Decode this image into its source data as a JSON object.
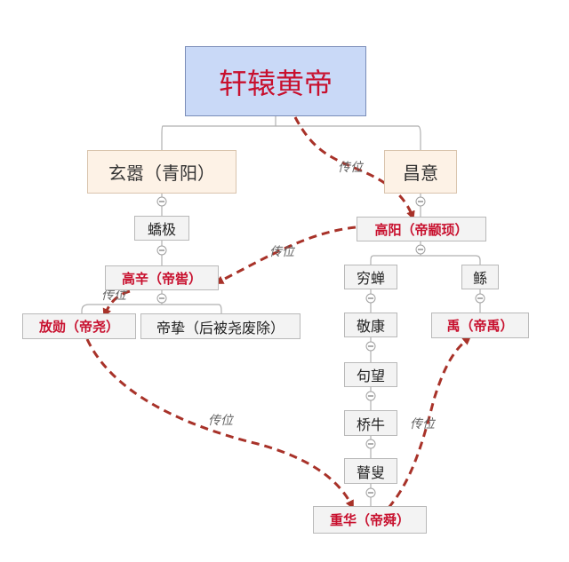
{
  "diagram": {
    "root": "轩辕黄帝",
    "xuanxiao": "玄嚣（青阳）",
    "changyi": "昌意",
    "jiaoji": "蟜极",
    "gaoyang": "高阳（帝颛顼）",
    "gaoxin": "高辛（帝喾）",
    "fangxun": "放勋（帝尧）",
    "dizhi": "帝挚（后被尧废除）",
    "qiongchan": "穷蝉",
    "gun": "鲧",
    "jingkang": "敬康",
    "yu": "禹（帝禹）",
    "jumang": "句望",
    "qiaoniu": "桥牛",
    "gusou": "瞽叟",
    "chonghua": "重华（帝舜）",
    "succession_label": "传位"
  },
  "colors": {
    "arrow": "#a83229",
    "succession_text": "#c8102e",
    "root_fill": "#c9d9f7"
  }
}
